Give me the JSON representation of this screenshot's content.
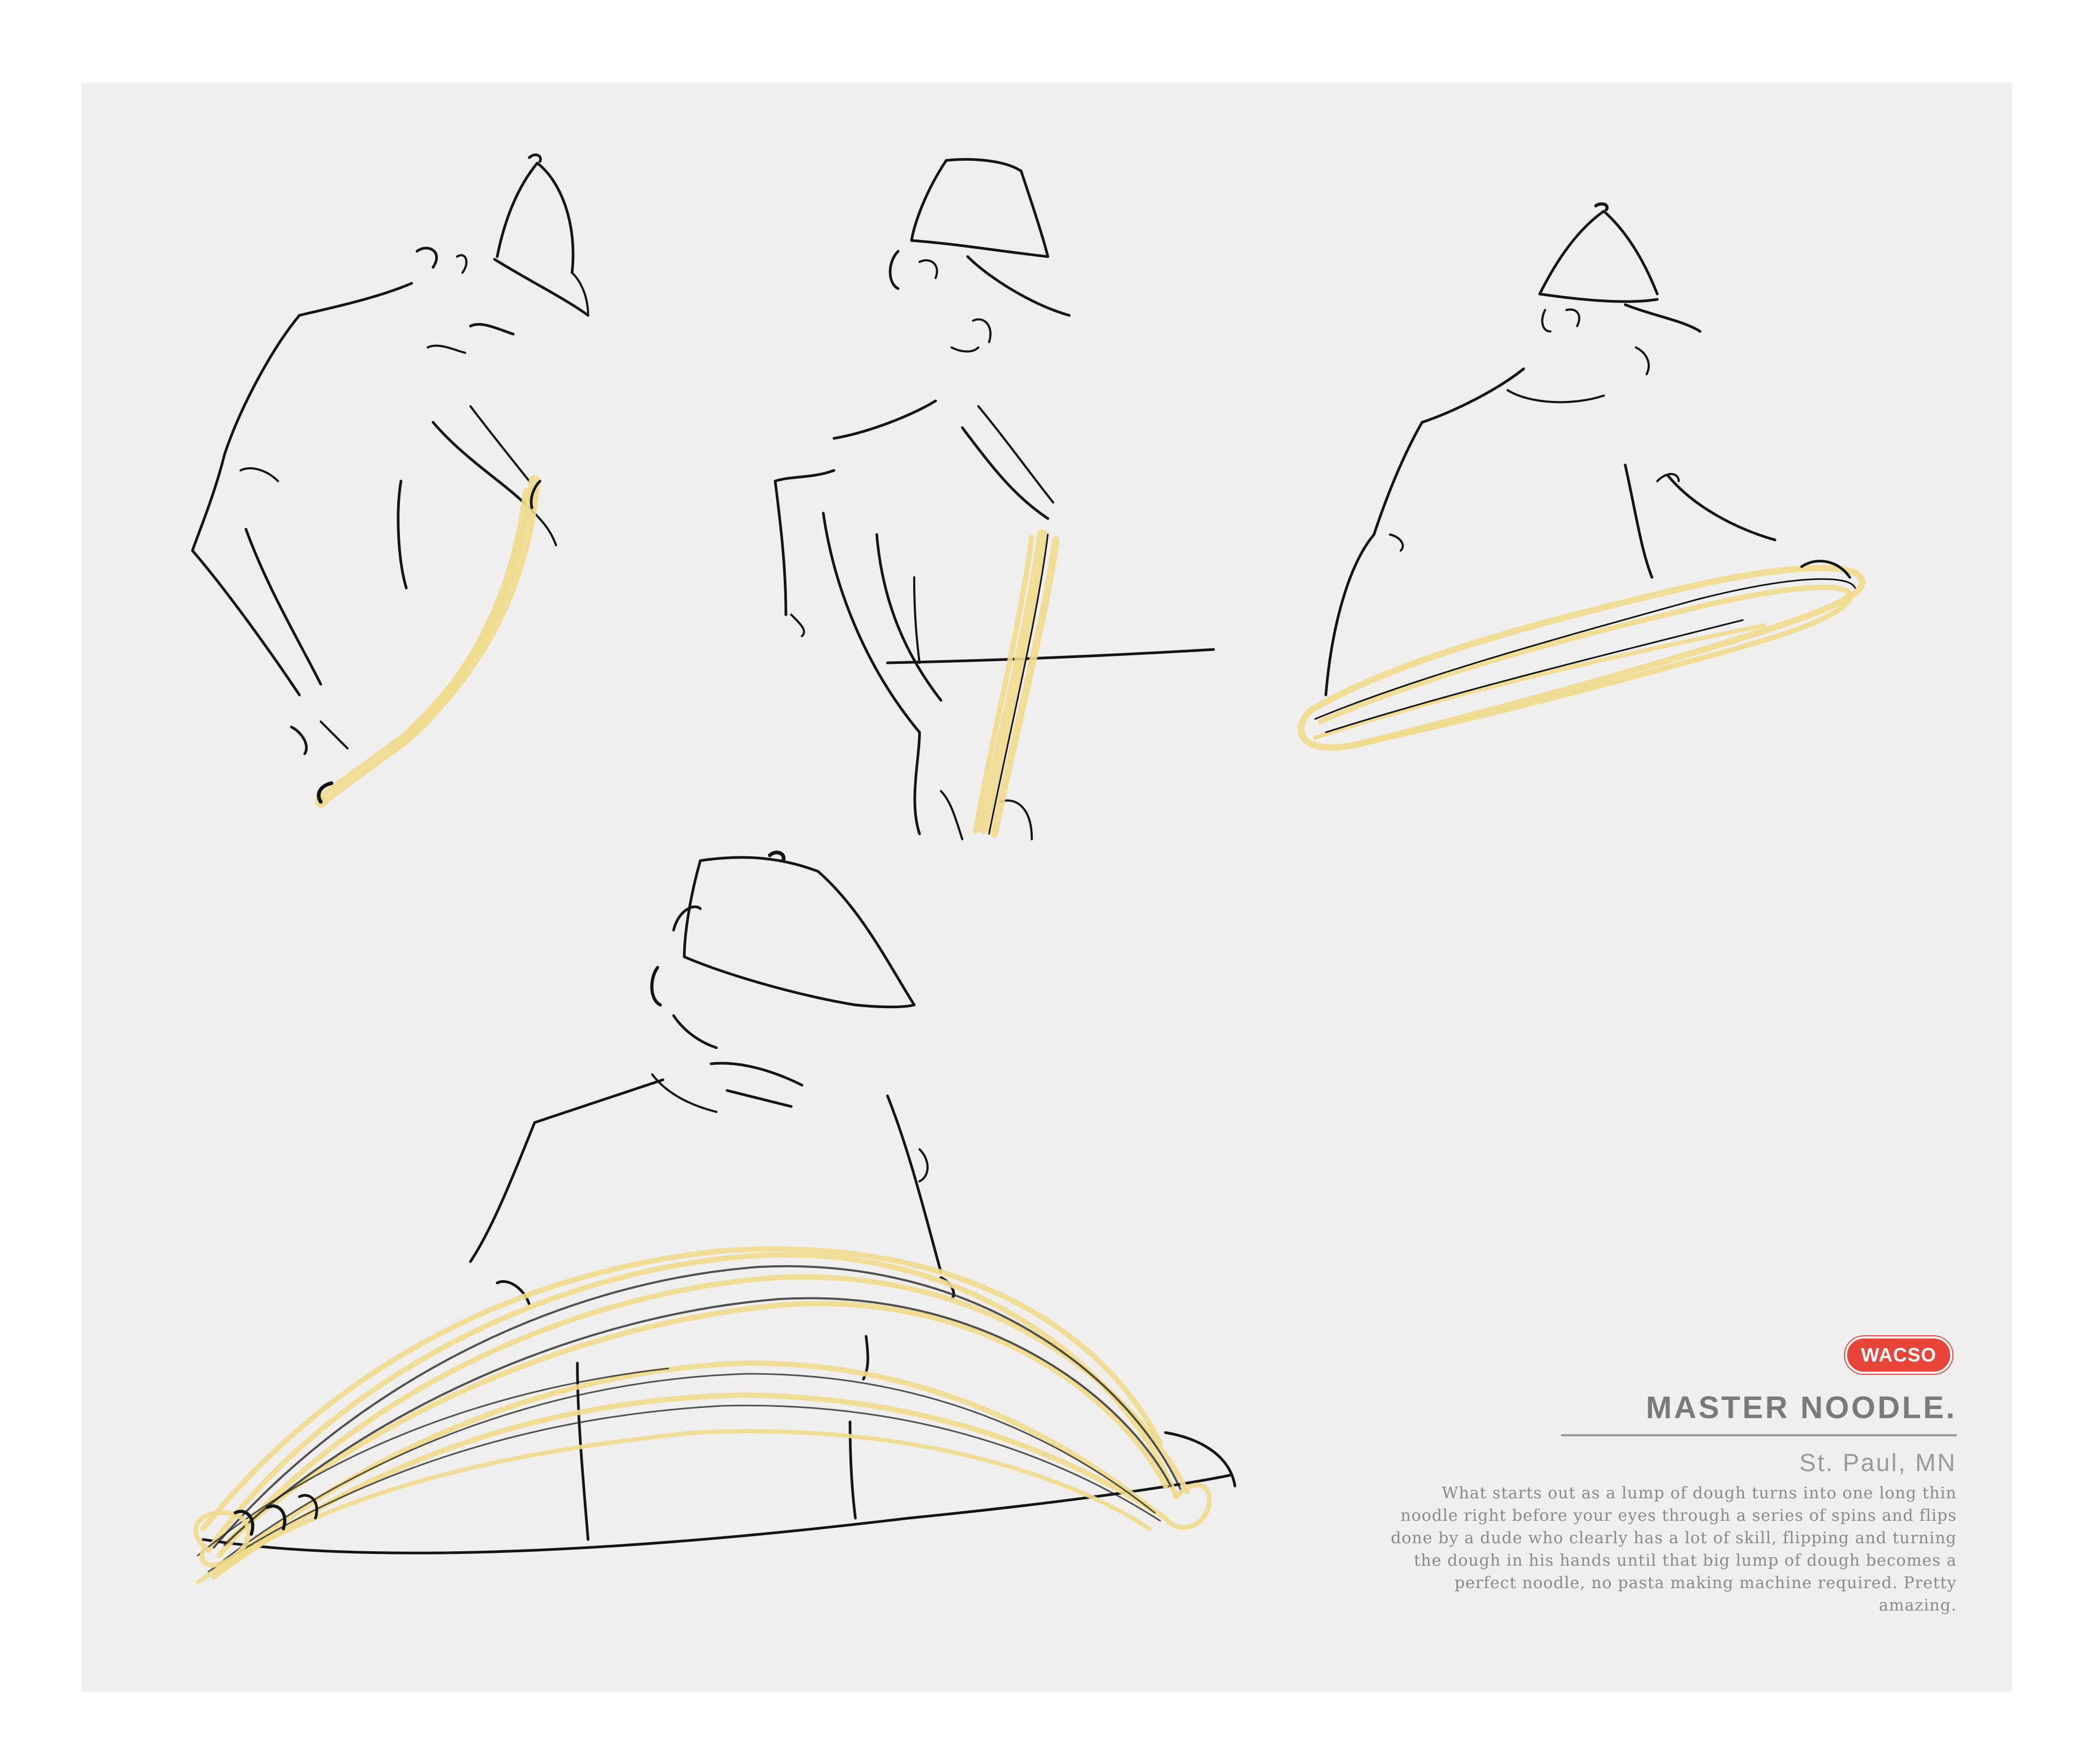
{
  "brand": {
    "badge_label": "WACSO"
  },
  "caption": {
    "title": "MASTER NOODLE.",
    "location": "St. Paul, MN",
    "description": "What starts out as a lump of dough turns into one long thin noodle right before your eyes through a series of spins and flips done by a dude who clearly has a lot of skill, flipping and turning the dough in his hands until that big lump of dough becomes a perfect noodle, no pasta making machine required. Pretty amazing."
  },
  "colors": {
    "background": "#f1eeee",
    "page": "#ffffff",
    "ink": "#141414",
    "noodle": "#f0dc8c",
    "badge": "#e8443a",
    "caption_text": "#8a8a8c"
  },
  "illustrations": [
    {
      "name": "noodle-maker-sketch-1"
    },
    {
      "name": "noodle-maker-sketch-2"
    },
    {
      "name": "noodle-maker-sketch-3"
    },
    {
      "name": "noodle-maker-sketch-4"
    }
  ]
}
